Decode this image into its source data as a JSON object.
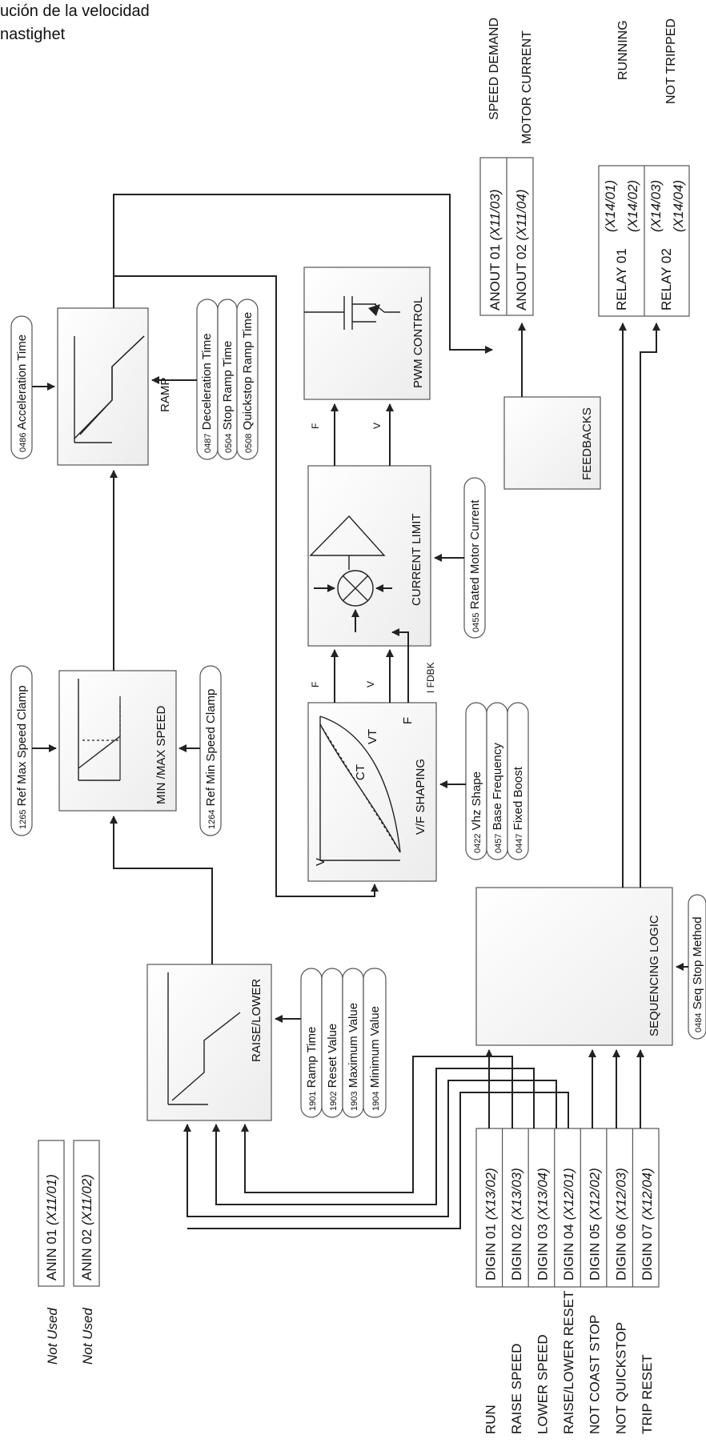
{
  "title": {
    "line1": "ución de la velocidad",
    "line2": "nastighet"
  },
  "outputs": {
    "speed_demand": "SPEED DEMAND",
    "motor_current": "MOTOR CURRENT",
    "running": "RUNNING",
    "not_tripped": "NOT TRIPPED"
  },
  "anout": [
    {
      "label": "ANOUT 01",
      "terminal": "(X11/03)"
    },
    {
      "label": "ANOUT 02",
      "terminal": "(X11/04)"
    }
  ],
  "relays": [
    {
      "label": "RELAY 01",
      "t1": "(X14/01)",
      "t2": "(X14/02)"
    },
    {
      "label": "RELAY 02",
      "t1": "(X14/03)",
      "t2": "(X14/04)"
    }
  ],
  "blocks": {
    "ramp": "RAMP",
    "min_max": "MIN /MAX SPEED",
    "raise_lower": "RAISE/LOWER",
    "vf_shaping": "V/F SHAPING",
    "current_limit": "CURRENT LIMIT",
    "pwm": "PWM CONTROL",
    "feedbacks": "FEEDBACKS",
    "sequencing": "SEQUENCING LOGIC"
  },
  "params": {
    "accel": {
      "num": "0486",
      "text": "Acceleration Time"
    },
    "ramp_group": [
      {
        "num": "0487",
        "text": "Deceleration Time"
      },
      {
        "num": "0504",
        "text": "Stop Ramp Time"
      },
      {
        "num": "0508",
        "text": "Quickstop Ramp Time"
      }
    ],
    "max_clamp": {
      "num": "1265",
      "text": "Ref Max Speed Clamp"
    },
    "min_clamp": {
      "num": "1264",
      "text": "Ref Min Speed Clamp"
    },
    "rated_current": {
      "num": "0455",
      "text": "Rated Motor Current"
    },
    "vf_group": [
      {
        "num": "0422",
        "text": "Vhz Shape"
      },
      {
        "num": "0457",
        "text": "Base Frequency"
      },
      {
        "num": "0447",
        "text": "Fixed Boost"
      }
    ],
    "raise_group": [
      {
        "num": "1901",
        "text": "Ramp Time"
      },
      {
        "num": "1902",
        "text": "Reset Value"
      },
      {
        "num": "1903",
        "text": "Maximum Value"
      },
      {
        "num": "1904",
        "text": "Minimum Value"
      }
    ],
    "seq_stop": {
      "num": "0484",
      "text": "Seq Stop Method"
    }
  },
  "vf_curve_labels": {
    "v": "V",
    "f": "F",
    "ct": "CT",
    "vt": "VT"
  },
  "signals": {
    "f": "F",
    "v": "V",
    "ifdbk": "I FDBK"
  },
  "anin": [
    {
      "label": "ANIN 01",
      "terminal": "(X11/01)",
      "use": "Not Used"
    },
    {
      "label": "ANIN 02",
      "terminal": "(X11/02)",
      "use": "Not Used"
    }
  ],
  "digin": [
    {
      "label": "DIGIN 01",
      "terminal": "(X13/02)",
      "use": "RUN"
    },
    {
      "label": "DIGIN 02",
      "terminal": "(X13/03)",
      "use": "RAISE SPEED"
    },
    {
      "label": "DIGIN 03",
      "terminal": "(X13/04)",
      "use": "LOWER SPEED"
    },
    {
      "label": "DIGIN 04",
      "terminal": "(X12/01)",
      "use": "RAISE/LOWER RESET"
    },
    {
      "label": "DIGIN 05",
      "terminal": "(X12/02)",
      "use": "NOT COAST STOP"
    },
    {
      "label": "DIGIN 06",
      "terminal": "(X12/03)",
      "use": "NOT QUICKSTOP"
    },
    {
      "label": "DIGIN 07",
      "terminal": "(X12/04)",
      "use": "TRIP RESET"
    }
  ]
}
